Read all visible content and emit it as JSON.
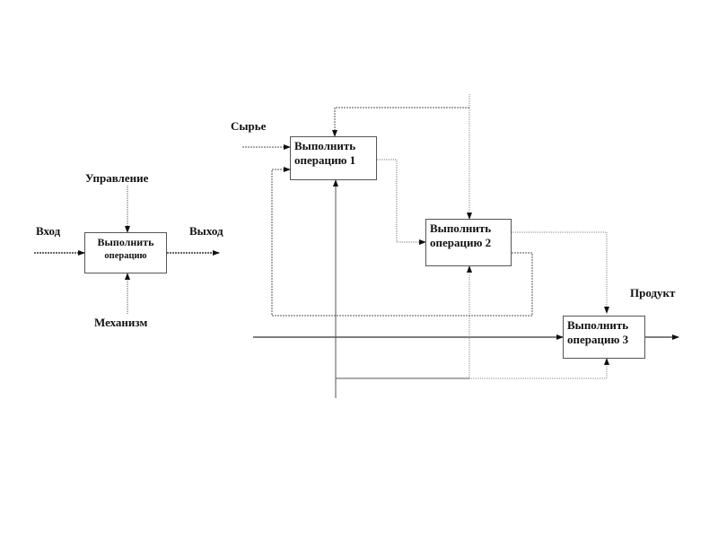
{
  "simple_diagram": {
    "block": {
      "line1": "Выполнить",
      "line2": "операцию"
    },
    "control": "Управление",
    "input": "Вход",
    "output": "Выход",
    "mechanism": "Механизм"
  },
  "process_diagram": {
    "input_label": "Сырье",
    "output_label": "Продукт",
    "blocks": [
      {
        "line1": "Выполнить",
        "line2": "операцию 1"
      },
      {
        "line1": "Выполнить",
        "line2": "операцию 2"
      },
      {
        "line1": "Выполнить",
        "line2": "операцию 3"
      }
    ]
  },
  "colors": {
    "line": "#333333",
    "box_border": "#555555"
  }
}
